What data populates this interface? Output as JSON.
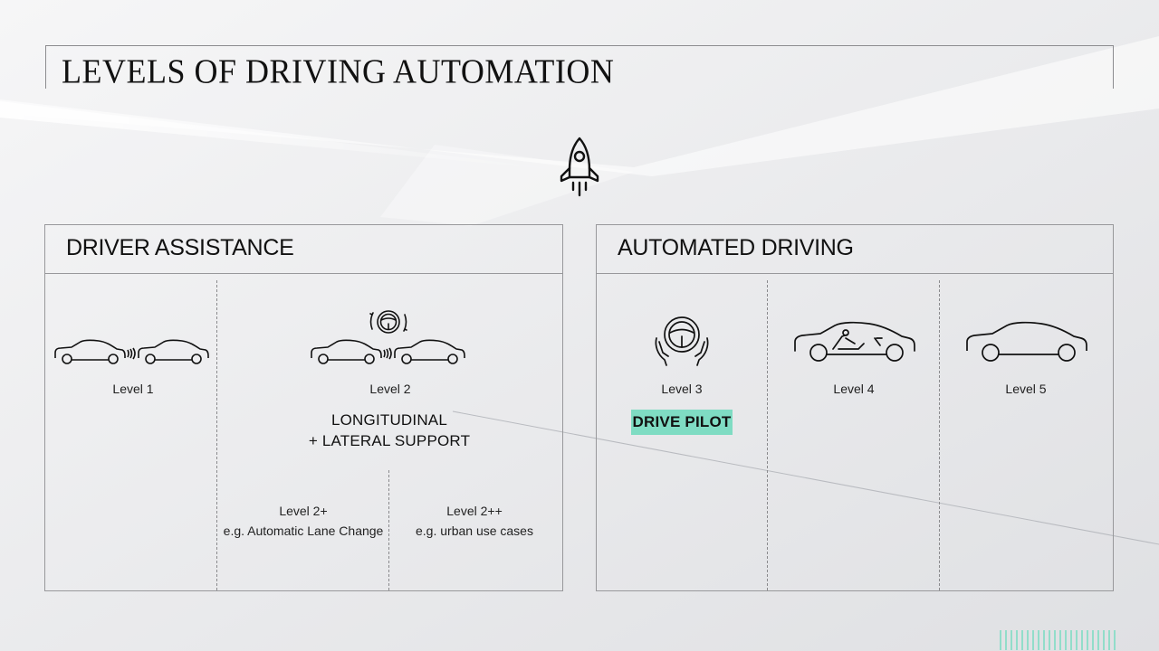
{
  "title": "LEVELS OF DRIVING AUTOMATION",
  "icons": {
    "header": "rocket-icon",
    "level1": "cars-distance-icon",
    "level2": [
      "steering-wheel-rotate-icon",
      "cars-distance-icon"
    ],
    "level3": "hands-steering-wheel-icon",
    "level4": "car-reclined-seat-icon",
    "level5": "car-empty-icon"
  },
  "colors": {
    "accent": "#7fdcc3",
    "frame": "#98989b",
    "text": "#111111"
  },
  "driver_assistance": {
    "title": "DRIVER ASSISTANCE",
    "level1": {
      "label": "Level 1"
    },
    "level2": {
      "label": "Level 2",
      "subtitle_line1": "LONGITUDINAL",
      "subtitle_line2": "+ LATERAL SUPPORT",
      "plus": {
        "label": "Level 2+",
        "example": "e.g. Automatic Lane Change"
      },
      "plusplus": {
        "label": "Level 2++",
        "example": "e.g. urban use cases"
      }
    }
  },
  "automated_driving": {
    "title": "AUTOMATED DRIVING",
    "level3": {
      "label": "Level 3",
      "badge": "DRIVE PILOT"
    },
    "level4": {
      "label": "Level 4"
    },
    "level5": {
      "label": "Level 5"
    }
  }
}
